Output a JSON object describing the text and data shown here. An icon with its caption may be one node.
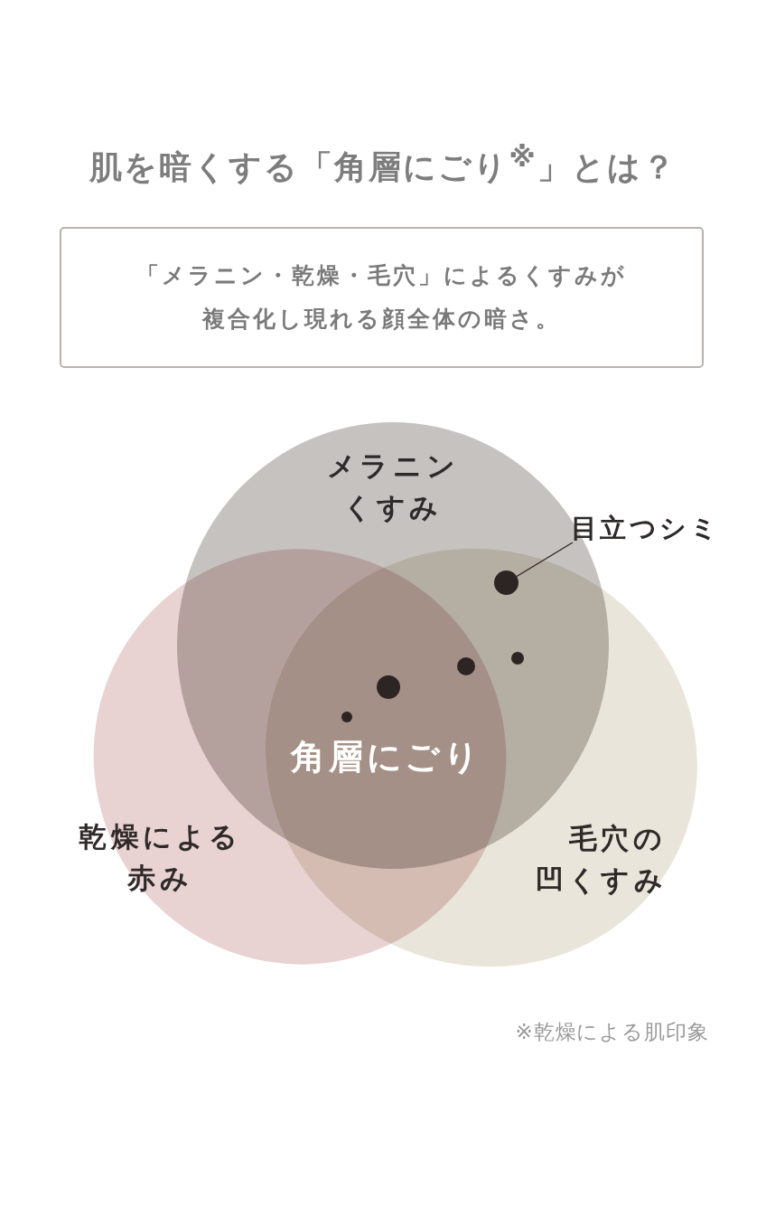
{
  "diagram": {
    "title": "肌を暗くする「角層にごり$^{※}$」とは？",
    "nodes": [
      {
        "text": [
          "「メラニン・乾燥・毛穴」によるくすみが複合化し現れる顔全体の暗さ。"
        ]
      },
      {
        "text": [
          "メラニンくすみ"
        ]
      },
      {
        "text": [
          "乾燥による赤み"
        ]
      },
      {
        "text": [
          "毛穴の凹くすみ"
        ]
      },
      {
        "text": [
          "目立つシミ"
        ]
      },
      {
        "text": [],
        "shape": "circle"
      }
    ],
    "edges": [
      {
        "from": 4,
        "to": 5,
        "arrow": "none"
      }
    ],
    "labels": [
      "角層にごり",
      "※乾燥による肌印象"
    ]
  }
}
